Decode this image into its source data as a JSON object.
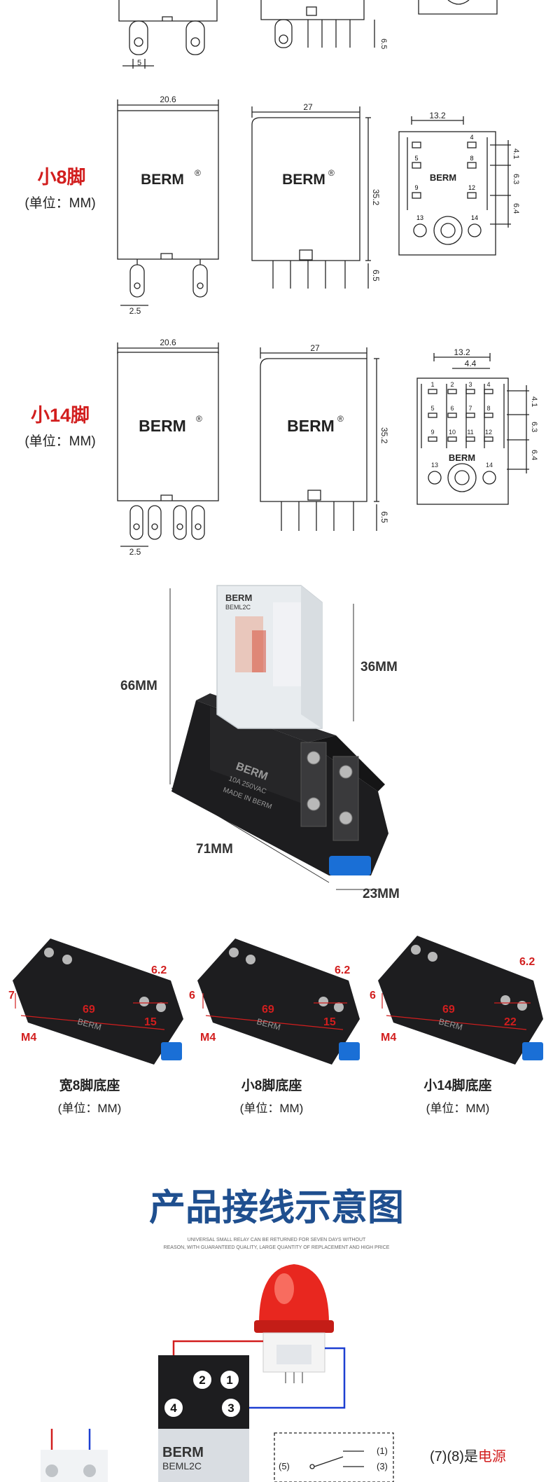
{
  "brand": "BERM",
  "reg": "®",
  "unit_label": "(单位：MM)",
  "rows": [
    {
      "title": "",
      "dims": {
        "pin_pitch": "5",
        "side_h": "6.5"
      }
    },
    {
      "title": "小8脚",
      "dims": {
        "front_w": "20.6",
        "side_w": "27",
        "height": "35.2",
        "pin_h": "6.5",
        "pin_pitch": "2.5",
        "base_w": "13.2",
        "v1": "4.1",
        "v2": "6.3",
        "v3": "6.4"
      },
      "pins": [
        "4",
        "8",
        "12",
        "5",
        "9",
        "13",
        "14"
      ]
    },
    {
      "title": "小14脚",
      "dims": {
        "front_w": "20.6",
        "side_w": "27",
        "height": "35.2",
        "pin_h": "6.5",
        "pin_pitch": "2.5",
        "base_w": "13.2",
        "base_inner": "4.4",
        "v1": "4.1",
        "v2": "6.3",
        "v3": "6.4"
      },
      "pins": [
        "1",
        "2",
        "3",
        "4",
        "5",
        "6",
        "7",
        "8",
        "9",
        "10",
        "11",
        "12",
        "13",
        "14"
      ]
    }
  ],
  "relay_photo": {
    "dim_total_h": "66MM",
    "dim_relay_h": "36MM",
    "dim_len": "71MM",
    "dim_depth": "23MM",
    "model": "BEML2C",
    "rating": "10A 250VAC",
    "made": "MADE IN BERM"
  },
  "bases": [
    {
      "name": "宽8脚底座",
      "unit": "(单位：MM)",
      "d_top": "6.2",
      "d_left": "7",
      "d_mid": "69",
      "d_right": "15",
      "screw": "M4"
    },
    {
      "name": "小8脚底座",
      "unit": "(单位：MM)",
      "d_top": "6.2",
      "d_left": "6",
      "d_mid": "69",
      "d_right": "15",
      "screw": "M4"
    },
    {
      "name": "小14脚底座",
      "unit": "(单位：MM)",
      "d_top": "6.2",
      "d_left": "6",
      "d_mid": "69",
      "d_right": "22",
      "screw": "M4"
    }
  ],
  "wiring": {
    "title": "产品接线示意图",
    "subtitle_1": "UNIVERSAL SMALL RELAY CAN BE RETURNED FOR SEVEN DAYS WITHOUT",
    "subtitle_2": "REASON, WITH GUARANTEED QUALITY, LARGE QUANTITY OF REPLACEMENT AND HIGH PRICE",
    "terminals": [
      "2",
      "1",
      "4",
      "3"
    ],
    "relay_model": "BEML2C",
    "contacts": [
      "(1)",
      "(3)",
      "(5)"
    ],
    "note_prefix": "(7)(8)是",
    "note_highlight": "电源"
  },
  "colors": {
    "accent_red": "#d21e1e",
    "title_blue": "#1f4f8f",
    "line": "#222222"
  }
}
